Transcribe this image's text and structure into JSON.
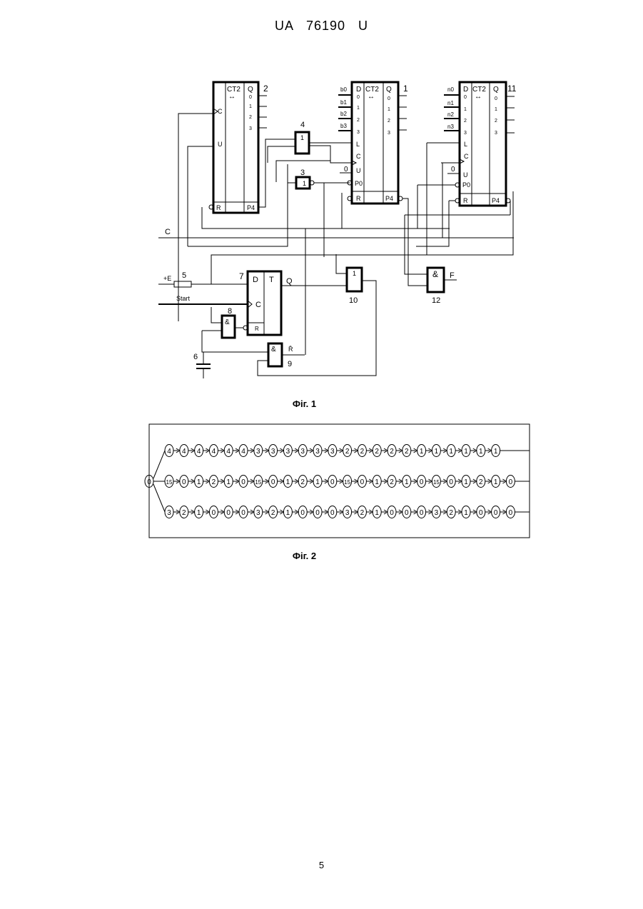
{
  "header": "UA   76190   U",
  "page_number": "5",
  "fig1": {
    "caption": "Фіг. 1",
    "counter_2": {
      "number": "2",
      "title": "CT2",
      "arrow": "↔",
      "q_label": "Q",
      "outputs": [
        "0",
        "1",
        "2",
        "3"
      ],
      "inputs": [
        "C",
        "U",
        "R",
        "P4"
      ]
    },
    "counter_1": {
      "number": "1",
      "title": "CT2",
      "arrow": "↔",
      "q_label": "Q",
      "d_label": "D",
      "d_pins": [
        "0",
        "1",
        "2",
        "3"
      ],
      "data_inputs": [
        "b0",
        "b1",
        "b2",
        "b3"
      ],
      "outputs": [
        "0",
        "1",
        "2",
        "3"
      ],
      "inputs": [
        "L",
        "C",
        "U",
        "P0",
        "R",
        "P4"
      ],
      "u_const": "0"
    },
    "counter_11": {
      "number": "11",
      "title": "CT2",
      "arrow": "↔",
      "q_label": "Q",
      "d_label": "D",
      "d_pins": [
        "0",
        "1",
        "2",
        "3"
      ],
      "data_inputs": [
        "n0",
        "n1",
        "n2",
        "n3"
      ],
      "outputs": [
        "0",
        "1",
        "2",
        "3"
      ],
      "inputs": [
        "L",
        "C",
        "U",
        "P0",
        "R",
        "P4"
      ],
      "u_const": "0"
    },
    "gate_4": {
      "number": "4",
      "symbol": "1"
    },
    "gate_3": {
      "number": "3",
      "symbol": "1"
    },
    "gate_10": {
      "number": "10",
      "symbol": "1"
    },
    "gate_12": {
      "number": "12",
      "symbol": "&",
      "output": "F"
    },
    "gate_8": {
      "number": "8",
      "symbol": "&"
    },
    "gate_9": {
      "number": "9",
      "symbol": "&",
      "output": "R̄"
    },
    "trigger_7": {
      "number": "7",
      "d": "D",
      "t": "T",
      "c": "C",
      "r": "R",
      "q": "Q"
    },
    "resistor_5": {
      "number": "5",
      "supply": "+E"
    },
    "capacitor_6": {
      "number": "6"
    },
    "start_label": "Start",
    "clock_label": "C"
  },
  "fig2": {
    "caption": "Фіг. 2",
    "start_node": "0",
    "rows": [
      [
        "4",
        "4",
        "4",
        "4",
        "4",
        "4",
        "3",
        "3",
        "3",
        "3",
        "3",
        "3",
        "2",
        "2",
        "2",
        "2",
        "2",
        "1",
        "1",
        "1",
        "1",
        "1",
        "1"
      ],
      [
        "15",
        "0",
        "1",
        "2",
        "1",
        "0",
        "15",
        "0",
        "1",
        "2",
        "1",
        "0",
        "15",
        "0",
        "1",
        "2",
        "1",
        "0",
        "15",
        "0",
        "1",
        "2",
        "1",
        "0"
      ],
      [
        "3",
        "2",
        "1",
        "0",
        "0",
        "0",
        "3",
        "2",
        "1",
        "0",
        "0",
        "0",
        "3",
        "2",
        "1",
        "0",
        "0",
        "0",
        "3",
        "2",
        "1",
        "0",
        "0",
        "0"
      ]
    ]
  }
}
